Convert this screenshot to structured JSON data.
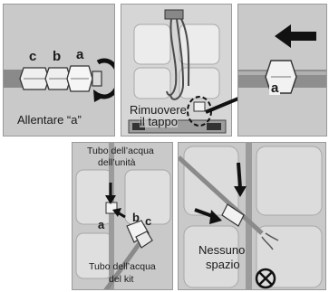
{
  "panel1": {
    "label_c": "c",
    "label_b": "b",
    "label_a": "a",
    "caption": "Allentare “a”"
  },
  "panel2": {
    "caption_line1": "Rimuovere",
    "caption_line2": "il tappo"
  },
  "panel3": {
    "label_a": "a"
  },
  "panel4": {
    "unit_pipe_line1": "Tubo dell’acqua",
    "unit_pipe_line2": "dell’unità",
    "kit_pipe_line1": "Tubo dell’acqua",
    "kit_pipe_line2": "del kit",
    "label_a": "a",
    "label_b": "b",
    "label_c": "c"
  },
  "panel5": {
    "warning_line1": "Nessuno",
    "warning_line2": "spazio"
  },
  "colors": {
    "panel_bg": "#c9c9c9",
    "metal_light": "#efefef",
    "metal_dark": "#6f6f6f",
    "arrow": "#111111"
  }
}
